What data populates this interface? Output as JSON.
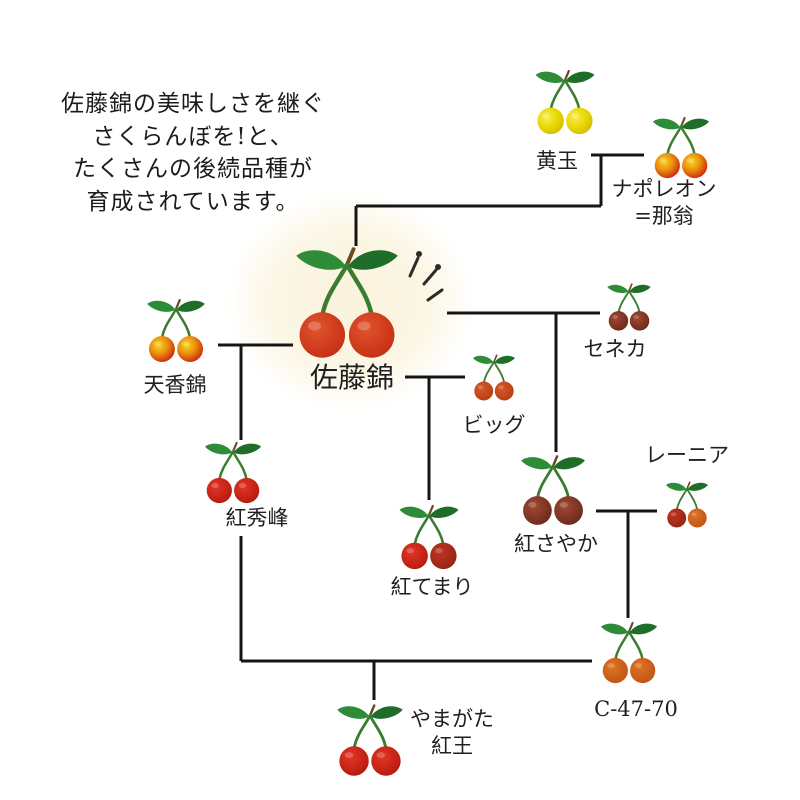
{
  "intro": {
    "lines": [
      "佐藤錦の美味しさを継ぐ",
      "さくらんぼを!と、",
      "たくさんの後続品種が",
      "育成されています。"
    ]
  },
  "nodes": [
    {
      "id": "kidama",
      "label": "黄玉",
      "lines": [
        "黄玉"
      ],
      "variant": "yellow"
    },
    {
      "id": "napoleon",
      "label": "ナポレオン=那翁",
      "lines": [
        "ナポレオン",
        "=那翁"
      ],
      "variant": "redyellow"
    },
    {
      "id": "satonishiki",
      "label": "佐藤錦",
      "lines": [
        "佐藤錦"
      ],
      "variant": "bigred",
      "emphasized": true
    },
    {
      "id": "tenkonishiki",
      "label": "天香錦",
      "lines": [
        "天香錦"
      ],
      "variant": "redyellow"
    },
    {
      "id": "seneca",
      "label": "セネカ",
      "lines": [
        "セネカ"
      ],
      "variant": "darkred"
    },
    {
      "id": "big",
      "label": "ビッグ",
      "lines": [
        "ビッグ"
      ],
      "variant": "orangered"
    },
    {
      "id": "benishuho",
      "label": "紅秀峰",
      "lines": [
        "紅秀峰"
      ],
      "variant": "red"
    },
    {
      "id": "benitemari",
      "label": "紅てまり",
      "lines": [
        "紅てまり"
      ],
      "variant": "red2"
    },
    {
      "id": "benisayaka",
      "label": "紅さやか",
      "lines": [
        "紅さやか"
      ],
      "variant": "darkred"
    },
    {
      "id": "rainier",
      "label": "レーニア",
      "lines": [
        "レーニア"
      ],
      "variant": "rainier"
    },
    {
      "id": "c4770",
      "label": "C-47-70",
      "lines": [
        "C-47-70"
      ],
      "variant": "orange"
    },
    {
      "id": "yamagatabenio",
      "label": "やまがた紅王",
      "lines": [
        "やまがた",
        "紅王"
      ],
      "variant": "red"
    }
  ],
  "edges": [
    {
      "parents": [
        "黄玉",
        "ナポレオン=那翁"
      ],
      "child": "佐藤錦"
    },
    {
      "parents": [
        "天香錦",
        "佐藤錦"
      ],
      "child": "紅秀峰"
    },
    {
      "parents": [
        "佐藤錦",
        "ビッグ"
      ],
      "child": "紅てまり"
    },
    {
      "parents": [
        "佐藤錦",
        "セネカ"
      ],
      "child": "紅さやか"
    },
    {
      "parents": [
        "紅さやか",
        "レーニア"
      ],
      "child": "C-47-70"
    },
    {
      "parents": [
        "紅秀峰",
        "C-47-70"
      ],
      "child": "やまがた紅王"
    }
  ],
  "colors": {
    "background": "#ffffff",
    "line_black": "#151515",
    "text": "#1b1b1b",
    "leaf_green_light": "#2e8c38",
    "leaf_green_dark": "#1e6e2a",
    "stem_green": "#3a7d2f",
    "cherry_yellow": "#dcca00",
    "cherry_red_yellow": "#e8890f",
    "cherry_vermilion": "#cf3a1c",
    "cherry_bright_red": "#c01f12",
    "cherry_dark_red": "#7c3322",
    "cherry_orange": "#c05312",
    "glow_cream": "#faf2dc"
  }
}
